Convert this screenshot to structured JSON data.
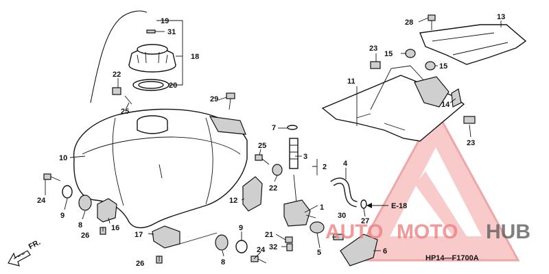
{
  "diagram": {
    "code": "HP14—F1700A",
    "ref_arrow": "E-18",
    "front_label": "FR.",
    "watermark": {
      "part1": "AUTO",
      "part2": "MOTO",
      "part3": "HUB",
      "color_main": "#f08080",
      "color_hub": "#606060"
    },
    "callouts": [
      {
        "id": "c19",
        "text": "19"
      },
      {
        "id": "c31",
        "text": "31"
      },
      {
        "id": "c18",
        "text": "18"
      },
      {
        "id": "c20",
        "text": "20"
      },
      {
        "id": "c22a",
        "text": "22"
      },
      {
        "id": "c25a",
        "text": "25"
      },
      {
        "id": "c29",
        "text": "29"
      },
      {
        "id": "c10",
        "text": "10"
      },
      {
        "id": "c7",
        "text": "7"
      },
      {
        "id": "c3",
        "text": "3"
      },
      {
        "id": "c2",
        "text": "2"
      },
      {
        "id": "c25b",
        "text": "25"
      },
      {
        "id": "c22b",
        "text": "22"
      },
      {
        "id": "c4",
        "text": "4"
      },
      {
        "id": "c24a",
        "text": "24"
      },
      {
        "id": "c9a",
        "text": "9"
      },
      {
        "id": "c8a",
        "text": "8"
      },
      {
        "id": "c16",
        "text": "16"
      },
      {
        "id": "c26a",
        "text": "26"
      },
      {
        "id": "c12",
        "text": "12"
      },
      {
        "id": "c1",
        "text": "1"
      },
      {
        "id": "c17",
        "text": "17"
      },
      {
        "id": "c26b",
        "text": "26"
      },
      {
        "id": "c9b",
        "text": "9"
      },
      {
        "id": "c8b",
        "text": "8"
      },
      {
        "id": "c24b",
        "text": "24"
      },
      {
        "id": "c21",
        "text": "21"
      },
      {
        "id": "c32",
        "text": "32"
      },
      {
        "id": "c30",
        "text": "30"
      },
      {
        "id": "c5",
        "text": "5"
      },
      {
        "id": "c27",
        "text": "27"
      },
      {
        "id": "c6",
        "text": "6"
      },
      {
        "id": "c28",
        "text": "28"
      },
      {
        "id": "c13",
        "text": "13"
      },
      {
        "id": "c23a",
        "text": "23"
      },
      {
        "id": "c15a",
        "text": "15"
      },
      {
        "id": "c15b",
        "text": "15"
      },
      {
        "id": "c11",
        "text": "11"
      },
      {
        "id": "c14",
        "text": "14"
      },
      {
        "id": "c23b",
        "text": "23"
      }
    ]
  }
}
